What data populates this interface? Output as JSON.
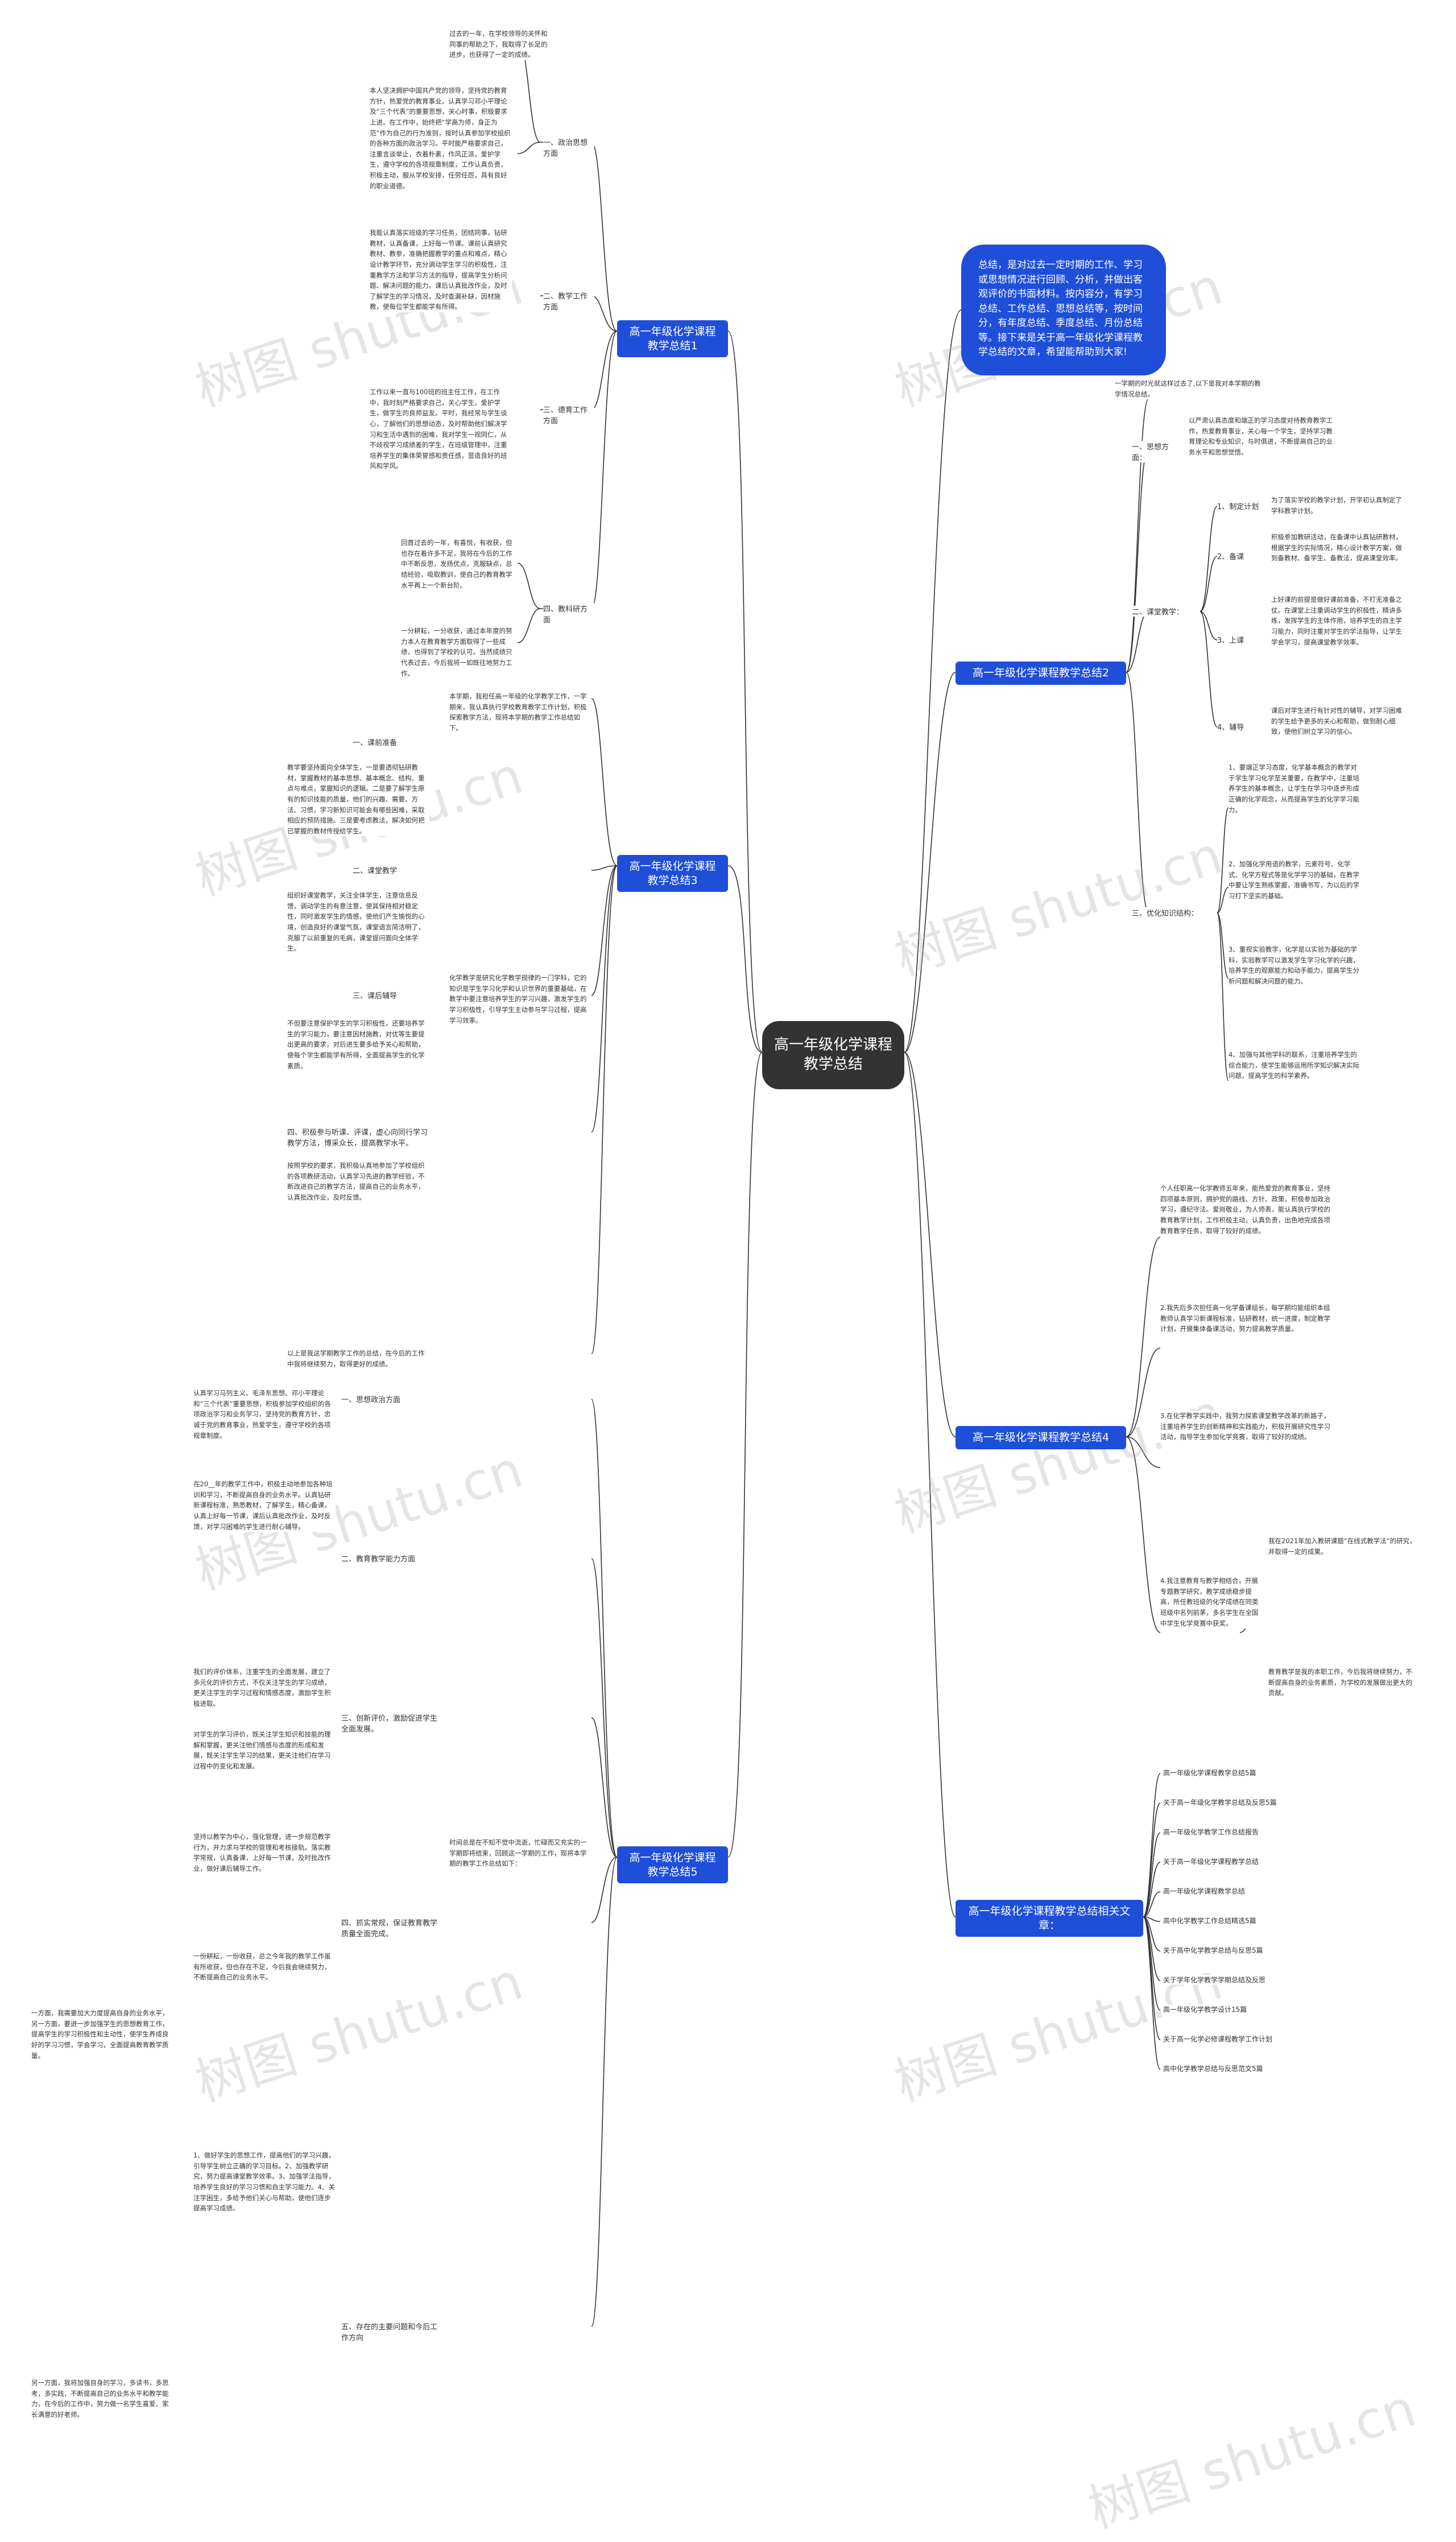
{
  "center": "高一年级化学课程教学总结",
  "intro": "总结，是对过去一定时期的工作、学习或思想情况进行回顾、分析，并做出客观评价的书面材料。按内容分，有学习总结、工作总结、思想总结等，按时间分，有年度总结、季度总结、月份总结等。接下来是关于高一年级化学课程教学总结的文章，希望能帮助到大家!",
  "branches": {
    "b1": "高一年级化学课程教学总结1",
    "b2": "高一年级化学课程教学总结2",
    "b3": "高一年级化学课程教学总结3",
    "b4": "高一年级化学课程教学总结4",
    "b5": "高一年级化学课程教学总结5",
    "b6": "高一年级化学课程教学总结相关文章："
  },
  "b1": {
    "t0": "过去的一年，在学校领导的关怀和同事的帮助之下，我取得了长足的进步，也获得了一定的成绩。",
    "s1": "一、政治思想方面",
    "t1": "本人坚决拥护中国共产党的领导，坚持党的教育方针，热爱党的教育事业。认真学习邓小平理论及“三个代表”的重要思想，关心时事，积极要求上进。在工作中，始终把“学高为师，身正为范”作为自己的行为准则，按时认真参加学校组织的各种方面的政治学习。平时能严格要求自己，注重言谈举止，衣着朴素，作风正派，爱护学生，遵守学校的各项规章制度，工作认真负责，积极主动，服从学校安排，任劳任怨，具有良好的职业道德。",
    "s2": "二、教学工作方面",
    "t2": "我能认真落实班级的学习任务，团结同事，钻研教材，认真备课，上好每一节课。课前认真研究教材、教参，准确把握教学的重点和难点，精心设计教学环节，充分调动学生学习的积极性，注重教学方法和学习方法的指导，提高学生分析问题、解决问题的能力。课后认真批改作业，及时了解学生的学习情况，及时查漏补缺，因材施教，使每位学生都能学有所得。",
    "s3": "三、德育工作方面",
    "t3": "工作以来一直与100班的班主任工作，在工作中，我时刻严格要求自己，关心学生，爱护学生，做学生的良师益友。平时，我经常与学生谈心，了解他们的思想动态，及时帮助他们解决学习和生活中遇到的困难，我对学生一视同仁，从不歧视学习成绩差的学生，在班级管理中，注重培养学生的集体荣誉感和责任感，营造良好的班风和学风。",
    "t4": "回首过去的一年，有喜悦，有收获，但也存在着许多不足，我将在今后的工作中不断反思，发扬优点，克服缺点，总结经验，吸取教训，使自己的教育教学水平再上一个新台阶。",
    "s4": "四、教科研方面",
    "t5": "一分耕耘，一分收获，通过本年度的努力本人在教育教学方面取得了一些成绩，也得到了学校的认可。当然成绩只代表过去，今后我将一如既往地努力工作。"
  },
  "b2": {
    "t0": "一学期的时光就这样过去了,以下是我对本学期的教学情况总结。",
    "s1": "一、思想方面：",
    "t1": "以严肃认真态度和端正的学习态度对待教育教学工作，热爱教育事业，关心每一个学生，坚持学习教育理论和专业知识，与时俱进，不断提高自己的业务水平和思想觉悟。",
    "s2": "二、课堂教学：",
    "s2a": "1、制定计划",
    "t2a": "为了落实学校的教学计划，开学初认真制定了学科教学计划。",
    "s2b": "2、备课",
    "t2b": "积极参加教研活动，在备课中认真钻研教材，根据学生的实际情况，精心设计教学方案，做到备教材、备学生、备教法，提高课堂效率。",
    "s2c": "3、上课",
    "t2c": "上好课的前提是做好课前准备，不打无准备之仗。在课堂上注重调动学生的积极性，精讲多练，发挥学生的主体作用，培养学生的自主学习能力，同时注重对学生的学法指导，让学生学会学习，提高课堂教学效率。",
    "s2d": "4、辅导",
    "t2d": "课后对学生进行有针对性的辅导，对学习困难的学生给予更多的关心和帮助，做到耐心细致，使他们树立学习的信心。",
    "s3": "三、优化知识结构：",
    "t3a": "1、要端正学习态度，化学基本概念的教学对于学生学习化学至关重要，在教学中，注重培养学生的基本概念，让学生在学习中逐步形成正确的化学观念，从而提高学生的化学学习能力。",
    "t3b": "2、加强化学用语的教学，元素符号、化学式、化学方程式等是化学学习的基础，在教学中要让学生熟练掌握，准确书写，为以后的学习打下坚实的基础。",
    "t3c": "3、重视实验教学，化学是以实验为基础的学科，实验教学可以激发学生学习化学的兴趣，培养学生的观察能力和动手能力，提高学生分析问题和解决问题的能力。",
    "t3d": "4、加强与其他学科的联系，注重培养学生的综合能力，使学生能够运用所学知识解决实际问题，提高学生的科学素养。"
  },
  "b3": {
    "t0": "本学期，我担任高一年级的化学教学工作，一学期来，我认真执行学校教育教学工作计划，积极探索教学方法，现将本学期的教学工作总结如下。",
    "s1": "一、课前准备",
    "t1": "教学要坚持面向全体学生，一是要透彻钻研教材，掌握教材的基本思想、基本概念、结构、重点与难点，掌握知识的逻辑。二是要了解学生原有的知识技能的质量，他们的兴趣、需要、方法、习惯，学习新知识可能会有哪些困难，采取相应的预防措施。三是要考虑教法，解决如何把已掌握的教材传授给学生。",
    "s2": "二、课堂教学",
    "t2": "组织好课堂教学，关注全体学生，注意信息反馈，调动学生的有意注意，使其保持相对稳定性，同时激发学生的情感，使他们产生愉悦的心境，创造良好的课堂气氛，课堂语言简洁明了，克服了以前重复的毛病，课堂提问面向全体学生。",
    "s3": "三、课后辅导",
    "t3": "化学教学是研究化学教学规律的一门学科，它的知识是学生学习化学和认识世界的重要基础，在教学中要注意培养学生的学习兴趣，激发学生的学习积极性，引导学生主动参与学习过程，提高学习效率。",
    "t4": "不但要注意保护学生的学习积极性，还要培养学生的学习能力，要注意因材施教，对优等生要提出更高的要求，对后进生要多给予关心和帮助，使每个学生都能学有所得，全面提高学生的化学素质。",
    "s4": "四、积极参与听课、评课，虚心向同行学习教学方法，博采众长，提高教学水平。",
    "t5": "按照学校的要求，我积极认真地参加了学校组织的各项教研活动，认真学习先进的教学经验，不断改进自己的教学方法，提高自己的业务水平，认真批改作业，及时反馈。",
    "t6": "以上是我这学期教学工作的总结，在今后的工作中我将继续努力，取得更好的成绩。"
  },
  "b4": {
    "t0": "个人任职高一化学教师五年来，能热爱党的教育事业，坚持四项基本原则，拥护党的路线、方针、政策，积极参加政治学习，遵纪守法。爱岗敬业，为人师表，能认真执行学校的教育教学计划，工作积极主动，认真负责，出色地完成各项教育教学任务，取得了较好的成绩。",
    "t1": "2.我先后多次担任高一化学备课组长，每学期均能组织本组教师认真学习新课程标准，钻研教材，统一进度，制定教学计划，开展集体备课活动，努力提高教学质量。",
    "t2": "3.在化学教学实践中，我努力探索课堂教学改革的新路子，注重培养学生的创新精神和实践能力，积极开展研究性学习活动，指导学生参加化学竞赛，取得了较好的成绩。",
    "t3": "我在2021年加入教研课题“在线式教学法”的研究，并取得一定的成果。",
    "t4": "4.我注意教育与教学相结合，开展专题教学研究，教学成绩稳步提高，所任教班级的化学成绩在同类班级中名列前茅，多名学生在全国中学生化学竞赛中获奖。",
    "t5": "教育教学是我的本职工作，今后我将继续努力，不断提高自身的业务素质，为学校的发展做出更大的贡献。"
  },
  "b5": {
    "t0": "时间总是在不知不觉中流逝，忙碌而又充实的一学期即将结束，回顾这一学期的工作，现将本学期的教学工作总结如下：",
    "s1": "一、思想政治方面",
    "t1": "认真学习马列主义、毛泽东思想、邓小平理论和“三个代表”重要思想，积极参加学校组织的各项政治学习和业务学习，坚持党的教育方针，忠诚于党的教育事业，热爱学生，遵守学校的各项规章制度。",
    "s2": "二、教育教学能力方面",
    "t2": "在20__年的教学工作中，积极主动地参加各种培训和学习，不断提高自身的业务水平。认真钻研新课程标准，熟悉教材，了解学生，精心备课，认真上好每一节课，课后认真批改作业，及时反馈，对学习困难的学生进行耐心辅导。",
    "s3": "三、创新评价，激励促进学生全面发展。",
    "t3": "我们的评价体系，注重学生的全面发展，建立了多元化的评价方式，不仅关注学生的学习成绩，更关注学生的学习过程和情感态度，激励学生积极进取。",
    "t4": "对学生的学习评价，既关注学生知识和技能的理解和掌握，更关注他们情感与态度的形成和发展，既关注学生学习的结果，更关注他们在学习过程中的变化和发展。",
    "s4": "四、抓实常规，保证教育教学质量全面完成。",
    "t5": "坚持以教学为中心，强化管理，进一步规范教学行为，并力求与学校的管理和考核接轨。落实教学常规，认真备课，上好每一节课，及时批改作业，做好课后辅导工作。",
    "t6": "一份耕耘，一份收获，总之今年我的教学工作虽有所收获，但也存在不足，今后我会继续努力，不断提高自己的业务水平。",
    "s5": "五、存在的主要问题和今后工作方向",
    "t7": "一方面，我需要加大力度提高自身的业务水平，另一方面，要进一步加强学生的思想教育工作，提高学生的学习积极性和主动性，使学生养成良好的学习习惯，学会学习，全面提高教育教学质量。",
    "t8": "1、做好学生的思想工作，提高他们的学习兴趣，引导学生树立正确的学习目标。2、加强教学研究，努力提高课堂教学效率。3、加强学法指导，培养学生良好的学习习惯和自主学习能力。4、关注学困生，多给予他们关心与帮助，使他们逐步提高学习成绩。",
    "t9": "另一方面，我将加强自身的学习，多读书，多思考，多实践，不断提高自己的业务水平和教学能力，在今后的工作中，努力做一名学生喜爱、家长满意的好老师。"
  },
  "related": [
    "高一年级化学课程教学总结5篇",
    "关于高一年级化学教学总结及反思5篇",
    "高一年级化学教学工作总结报告",
    "关于高一年级化学课程教学总结",
    "高一年级化学课程教学总结",
    "高中化学教学工作总结精选5篇",
    "关于高中化学教学总结与反思5篇",
    "关于学年化学教学学期总结及反思",
    "高一年级化学教学设计15篇",
    "关于高一化学必修课程教学工作计划",
    "高中化学教学总结与反思范文5篇"
  ],
  "watermark": "树图 shutu.cn"
}
